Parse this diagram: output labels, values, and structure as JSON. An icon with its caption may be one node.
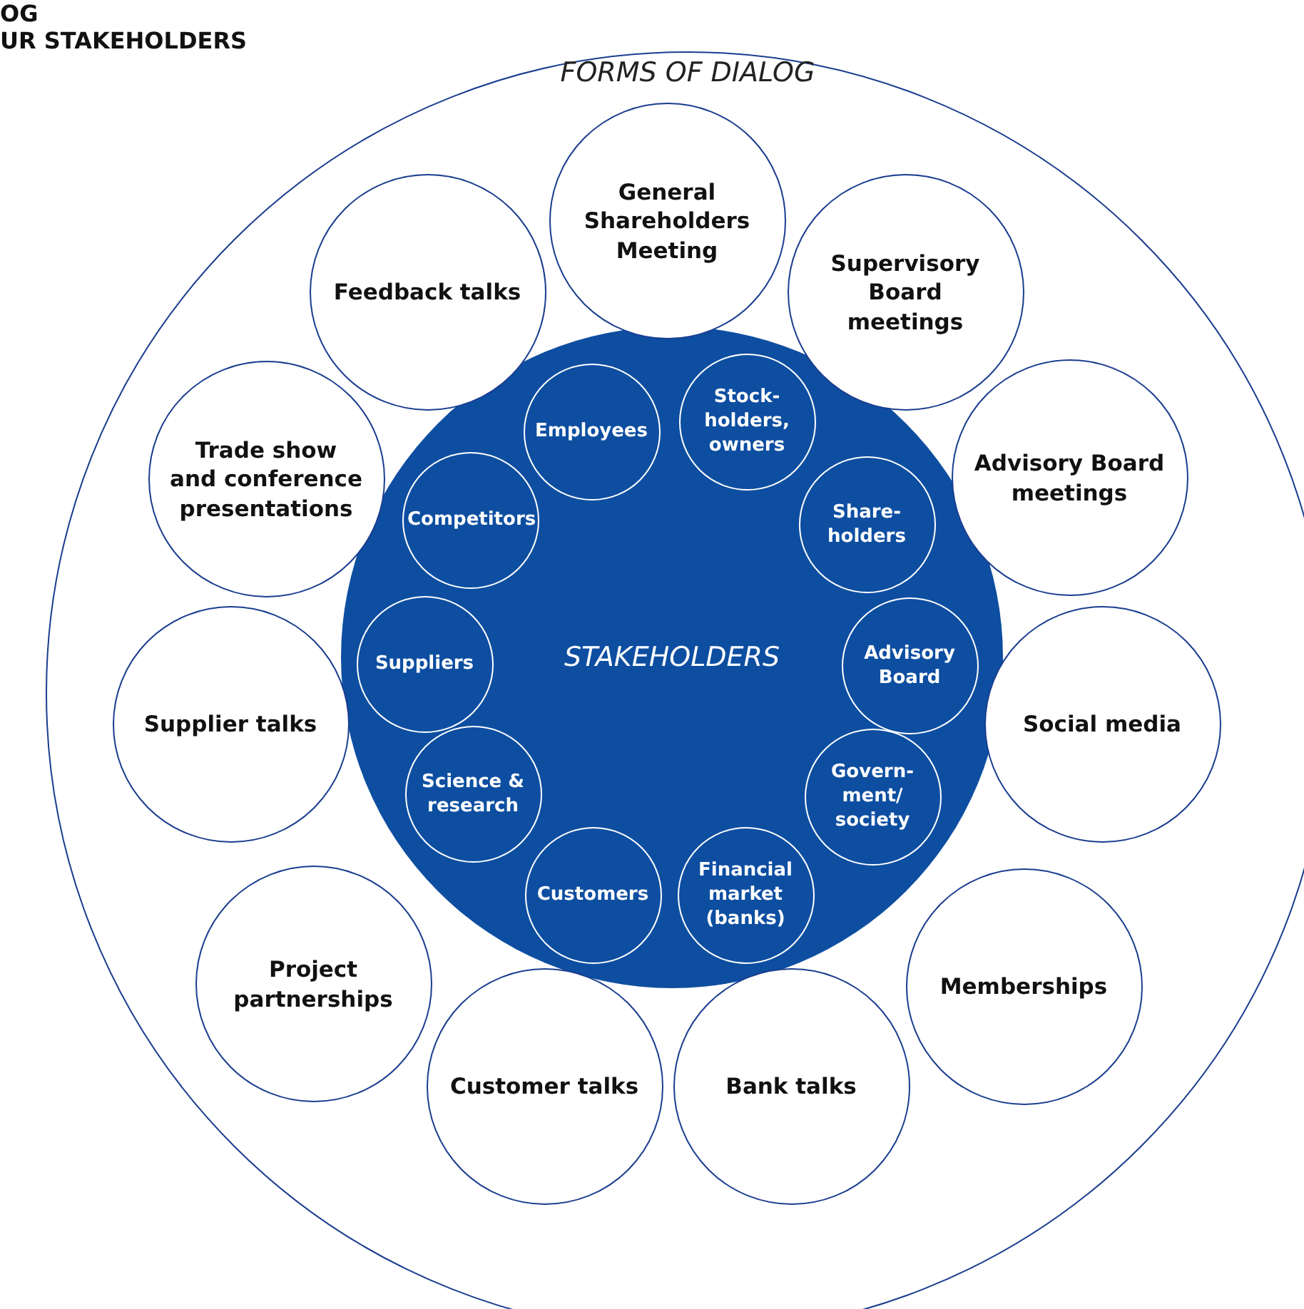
{
  "diagram": {
    "nodes": [
      {
        "text": [
          "FORMS OF DIALOG"
        ]
      },
      {
        "text": [
          "General Shareholders Meeting"
        ],
        "in": 0
      },
      {
        "text": [
          "Supervisory Board meetings"
        ],
        "in": 0
      },
      {
        "text": [
          "Advisory Board meetings"
        ],
        "in": 0
      },
      {
        "text": [
          "Social media"
        ],
        "in": 0
      },
      {
        "text": [
          "Memberships"
        ],
        "in": 0
      },
      {
        "text": [
          "Bank talks"
        ],
        "in": 0
      },
      {
        "text": [
          "Customer talks"
        ],
        "in": 0
      },
      {
        "text": [
          "Project partnerships"
        ],
        "in": 0
      },
      {
        "text": [
          "Supplier talks"
        ],
        "in": 0
      },
      {
        "text": [
          "Trade show and conference presentations"
        ],
        "in": 0
      },
      {
        "text": [
          "Feedback talks"
        ],
        "in": 0
      },
      {
        "text": [
          "STAKEHOLDERS"
        ],
        "in": 0
      },
      {
        "text": [
          "Employees"
        ],
        "in": 12
      },
      {
        "text": [
          "Stock-holders, owners"
        ],
        "in": 12
      },
      {
        "text": [
          "Share-holders"
        ],
        "in": 12
      },
      {
        "text": [
          "Advisory Board"
        ],
        "in": 12
      },
      {
        "text": [
          "Govern-ment/ society"
        ],
        "in": 12
      },
      {
        "text": [
          "Financial market (banks)"
        ],
        "in": 12
      },
      {
        "text": [
          "Customers"
        ],
        "in": 12
      },
      {
        "text": [
          "Science & research"
        ],
        "in": 12
      },
      {
        "text": [
          "Suppliers"
        ],
        "in": 12
      },
      {
        "text": [
          "Competitors"
        ],
        "in": 12
      }
    ],
    "edges": [],
    "labels": [
      "OG",
      "UR STAKEHOLDERS"
    ]
  }
}
